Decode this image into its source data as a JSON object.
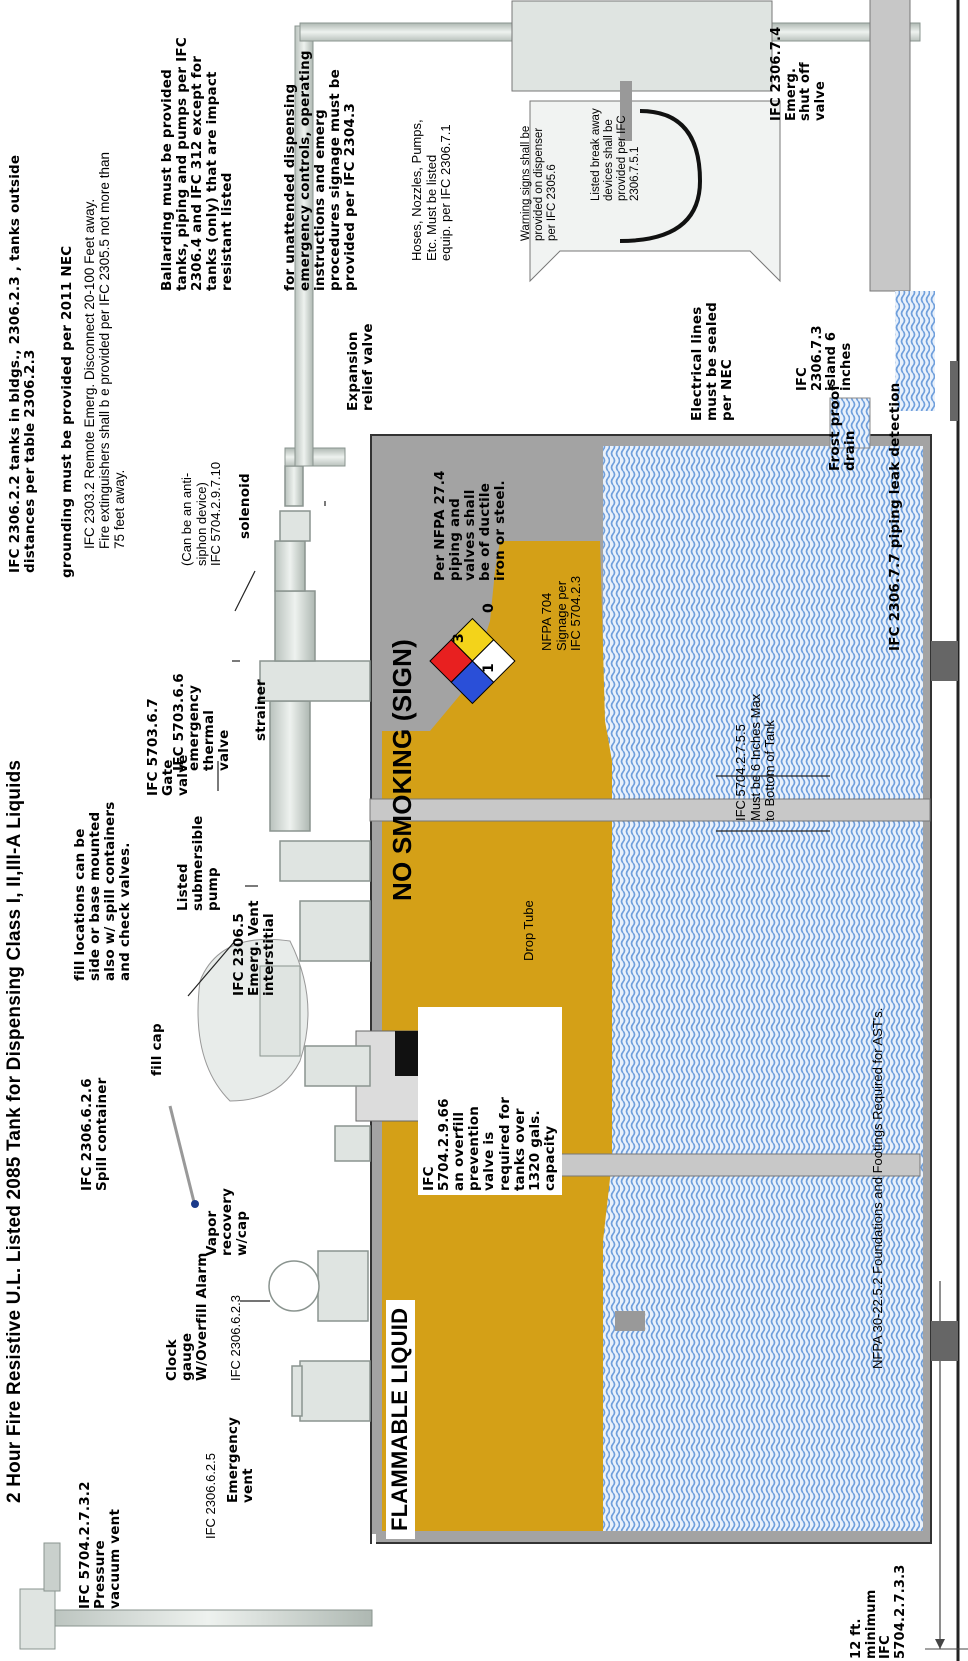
{
  "title": "2 Hour Fire Resistive U.L. Listed 2085 Tank for Dispensing Class I, II,III-A Liquids",
  "tank": {
    "left_label": "FLAMMABLE LIQUID",
    "sign_label": "NO SMOKING (SIGN)",
    "drop_tube": "Drop Tube",
    "nfpa_ratings": {
      "health": "1",
      "flammability": "3",
      "instability": "0",
      "special": ""
    }
  },
  "notes": {
    "ifc_2306": "IFC 2306.2.2 tanks in bldgs., 2306.2.3 , tanks outside\ndistances per table 2306.2.3",
    "grounding": "grounding must be provided per 2011 NEC",
    "remote_emerg": "IFC 2303.2 Remote Emerg. Disconnect 20-100 Feet away.\nFire extinguishers shall b e provided per IFC 2305.5 not more than\n75 feet away.",
    "ballarding": "Ballarding must be provided\ntanks, piping and pumps per IFC\n2306.4 and IFC 312 except for\ntanks (only) that are impact\nresistant listed",
    "unattended": "for unattended dispensing\nemergency controls, operating\ninstructions and emerg\nprocedures signage must be\nprovided per IFC 2304.3",
    "hoses": "Hoses, Nozzles, Pumps,\nEtc. Must be listed\nequip. per IFC 2306.7.1",
    "warning_signs": "Warning signs shall be\nprovided on dispenser\nper IFC 2305.6",
    "breakaway": "Listed break away\ndevices shall be\nprovided per IFC\n2306.7.5.1",
    "emerg_shutoff": "IFC 2306.7.4\nEmerg.\nshut off\nvalve",
    "island": "IFC\n2306.7.3\nisland 6\ninches",
    "electrical": "Electrical lines\nmust be sealed\nper NEC",
    "nfpa_piping": "Per NFPA 27.4\npiping and\nvalves shall\nbe of ductile\niron or steel.",
    "expansion": "Expansion\nrelief valve",
    "anti_siphon": "(Can be an anti-\nsiphon device)\nIFC 5704.2.9.7.10",
    "solenoid": "solenoid",
    "frost_drain": "Frost proof\ndrain",
    "piping_leak": "IFC 2306.7.7 piping leak detection",
    "emergency_thermal": "IFC 5703.6.6\nemergency\nthermal\nvalve",
    "strainer": "strainer",
    "gate_valve": "IFC 5703.6.7\nGate\nvalve",
    "submersible": "Listed\nsubmersible\npump",
    "emerg_vent_interstitial": "IFC 2306.5\nEmerg. Vent\ninterstitial",
    "fill_locations": "fill locations can be\nside or base mounted\nalso w/ spill containers\nand check valves.",
    "fill_cap": "fill cap",
    "spill": "IFC 2306.6.2.6\nSpill container",
    "vapor": "Vapor\nrecovery\nw/cap",
    "clock_gauge_a": "Clock\ngauge\nW/Overfill Alarm",
    "clock_gauge_b": "IFC 2306.6.2.3",
    "emergency_vent_a": "IFC 2306.6.2.5",
    "emergency_vent_b": "Emergency\nvent",
    "pressure_vent": "IFC 5704.2.7.3.2\nPressure\nvacuum vent",
    "overfill": "IFC\n5704.2.9.66\nan overfill\nprevention\nvalve is\nrequired for\ntanks over\n1320 gals.\ncapacity",
    "nfpa704": "NFPA 704\nSignage per\nIFC 5704.2.3",
    "six_inches": "IFC 5704.2.7.5.5\nMust be 6 Inches Max\nto Bottom of Tank",
    "foundations": "NFPA 30-22.5.2 Foundations and Footings Required for AST's.",
    "min_height": "12 ft.\nminimum\nIFC\n5704.2.7.3.3"
  },
  "colors": {
    "tank_fill": "#a3a3a3",
    "liquid": "#d4a017",
    "water_pattern": "#8fb4e8",
    "background": "#ffffff"
  }
}
